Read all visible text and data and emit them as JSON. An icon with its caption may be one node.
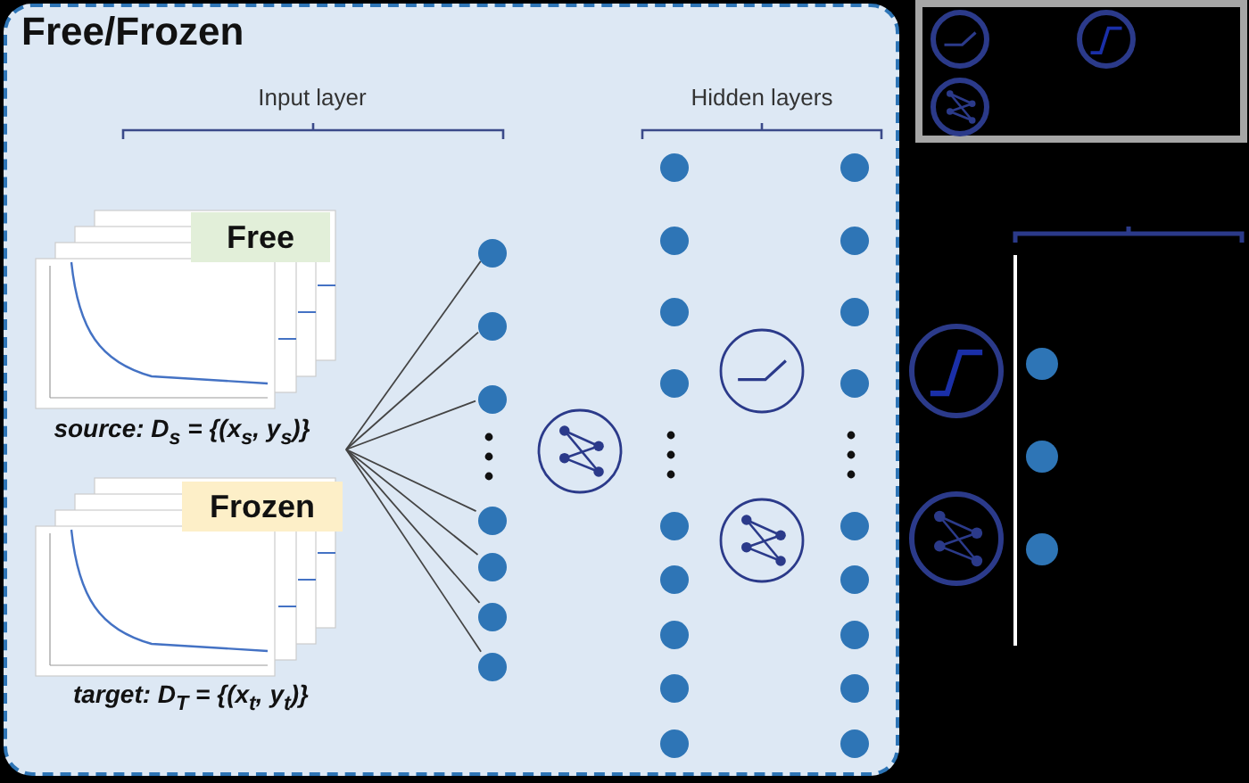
{
  "diagram": {
    "nodes": [
      {
        "text": [
          "Free/Frozen"
        ]
      },
      {
        "text": [
          "Free"
        ],
        "in": 0
      },
      {
        "text": [
          "Frozen"
        ],
        "in": 0
      },
      {
        "text": [],
        "shape": "circle",
        "in": 0
      },
      {
        "text": [],
        "shape": "circle",
        "in": 0
      },
      {
        "text": [],
        "shape": "circle",
        "in": 0
      },
      {
        "text": [],
        "shape": "circle",
        "in": 0
      },
      {
        "text": [],
        "shape": "circle",
        "in": 0
      },
      {
        "text": [],
        "shape": "circle",
        "in": 0
      },
      {
        "text": [],
        "shape": "circle",
        "in": 0
      },
      {
        "text": [],
        "shape": "circle",
        "in": 0
      },
      {
        "text": [],
        "shape": "circle",
        "in": 0
      },
      {
        "text": [],
        "shape": "circle",
        "in": 0
      },
      {
        "text": [],
        "shape": "circle",
        "in": 0
      },
      {
        "text": [],
        "shape": "circle",
        "in": 0
      },
      {
        "text": [],
        "shape": "circle",
        "in": 0
      },
      {
        "text": [],
        "shape": "circle",
        "in": 0
      },
      {
        "text": [],
        "shape": "circle",
        "in": 0
      },
      {
        "text": [],
        "shape": "circle",
        "in": 0
      },
      {
        "text": [],
        "shape": "circle",
        "in": 0
      },
      {
        "text": [],
        "shape": "circle",
        "in": 0
      },
      {
        "text": [],
        "shape": "circle",
        "in": 0
      },
      {
        "text": [],
        "shape": "circle",
        "in": 0
      },
      {
        "text": [],
        "shape": "circle",
        "in": 0
      },
      {
        "text": [],
        "shape": "circle",
        "in": 0
      },
      {
        "text": [],
        "shape": "circle",
        "in": 0
      },
      {
        "text": [],
        "shape": "circle",
        "in": 0
      },
      {
        "text": [],
        "shape": "circle",
        "in": 0
      },
      {
        "text": [],
        "shape": "circle"
      },
      {
        "text": [],
        "shape": "circle"
      },
      {
        "text": [],
        "shape": "circle"
      }
    ],
    "edges": [
      {
        "from": null,
        "to": 3,
        "arrow": "none"
      },
      {
        "from": null,
        "to": 4,
        "arrow": "none"
      },
      {
        "from": null,
        "to": 5,
        "arrow": "none"
      },
      {
        "from": null,
        "to": 6,
        "arrow": "none"
      },
      {
        "from": null,
        "to": 7,
        "arrow": "none"
      },
      {
        "from": null,
        "to": 8,
        "arrow": "none"
      },
      {
        "from": null,
        "to": 9,
        "arrow": "none"
      }
    ],
    "labels": [
      "Input layer",
      "Hidden layers",
      "source: D$_{s}$ = {(x$_{s}$, y$_{s}$)}",
      "target: D$_{T}$ = {(x$_{t}$, y$_{t}$)}"
    ]
  }
}
